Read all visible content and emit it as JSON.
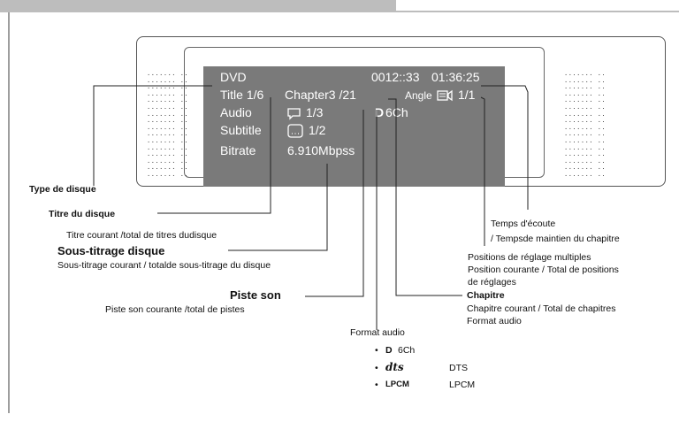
{
  "osd": {
    "disc_type": "DVD",
    "elapsed": "0012::33",
    "total": "01:36:25",
    "title": "Title 1/6",
    "chapter": "Chapter3 /21",
    "angle_label": "Angle",
    "angle_value": "1/1",
    "audio_label": "Audio",
    "audio_value": "1/3",
    "audio_format_symbol": "D",
    "audio_format_text": "6Ch",
    "subtitle_label": "Subtitle",
    "subtitle_value": "1/2",
    "bitrate_label": "Bitrate",
    "bitrate_value": "6.910Mbpss"
  },
  "labels": {
    "disc_type": "Type de disque",
    "disc_title": "Titre du disque",
    "disc_title_desc": "Titre courant /total de titres dudisque",
    "subtitle": "Sous-titrage disque",
    "subtitle_desc": "Sous-titrage courant / totalde sous-titrage du disque",
    "audio_track": "Piste son",
    "audio_track_desc": "Piste son courante /total de pistes",
    "audio_format": "Format audio",
    "listening_time": "Temps d'écoute",
    "chapter_hold_time": "/ Tempsde maintien du chapitre",
    "angle_title": "Positions de réglage multiples",
    "angle_desc_1": "Position courante / Total de positions",
    "angle_desc_2": "de réglages",
    "chapter": "Chapitre",
    "chapter_desc": "Chapitre courant / Total de chapitres",
    "chapter_format": "Format audio"
  },
  "formats": [
    {
      "symbol": "D",
      "text": "6Ch"
    },
    {
      "symbol": "dts",
      "text": "DTS"
    },
    {
      "symbol": "LPCM",
      "text": "LPCM"
    }
  ],
  "bullet": "•",
  "colors": {
    "osd_background": "#7a7a7a",
    "osd_text": "#ffffff",
    "frame": "#9e9e9e"
  }
}
